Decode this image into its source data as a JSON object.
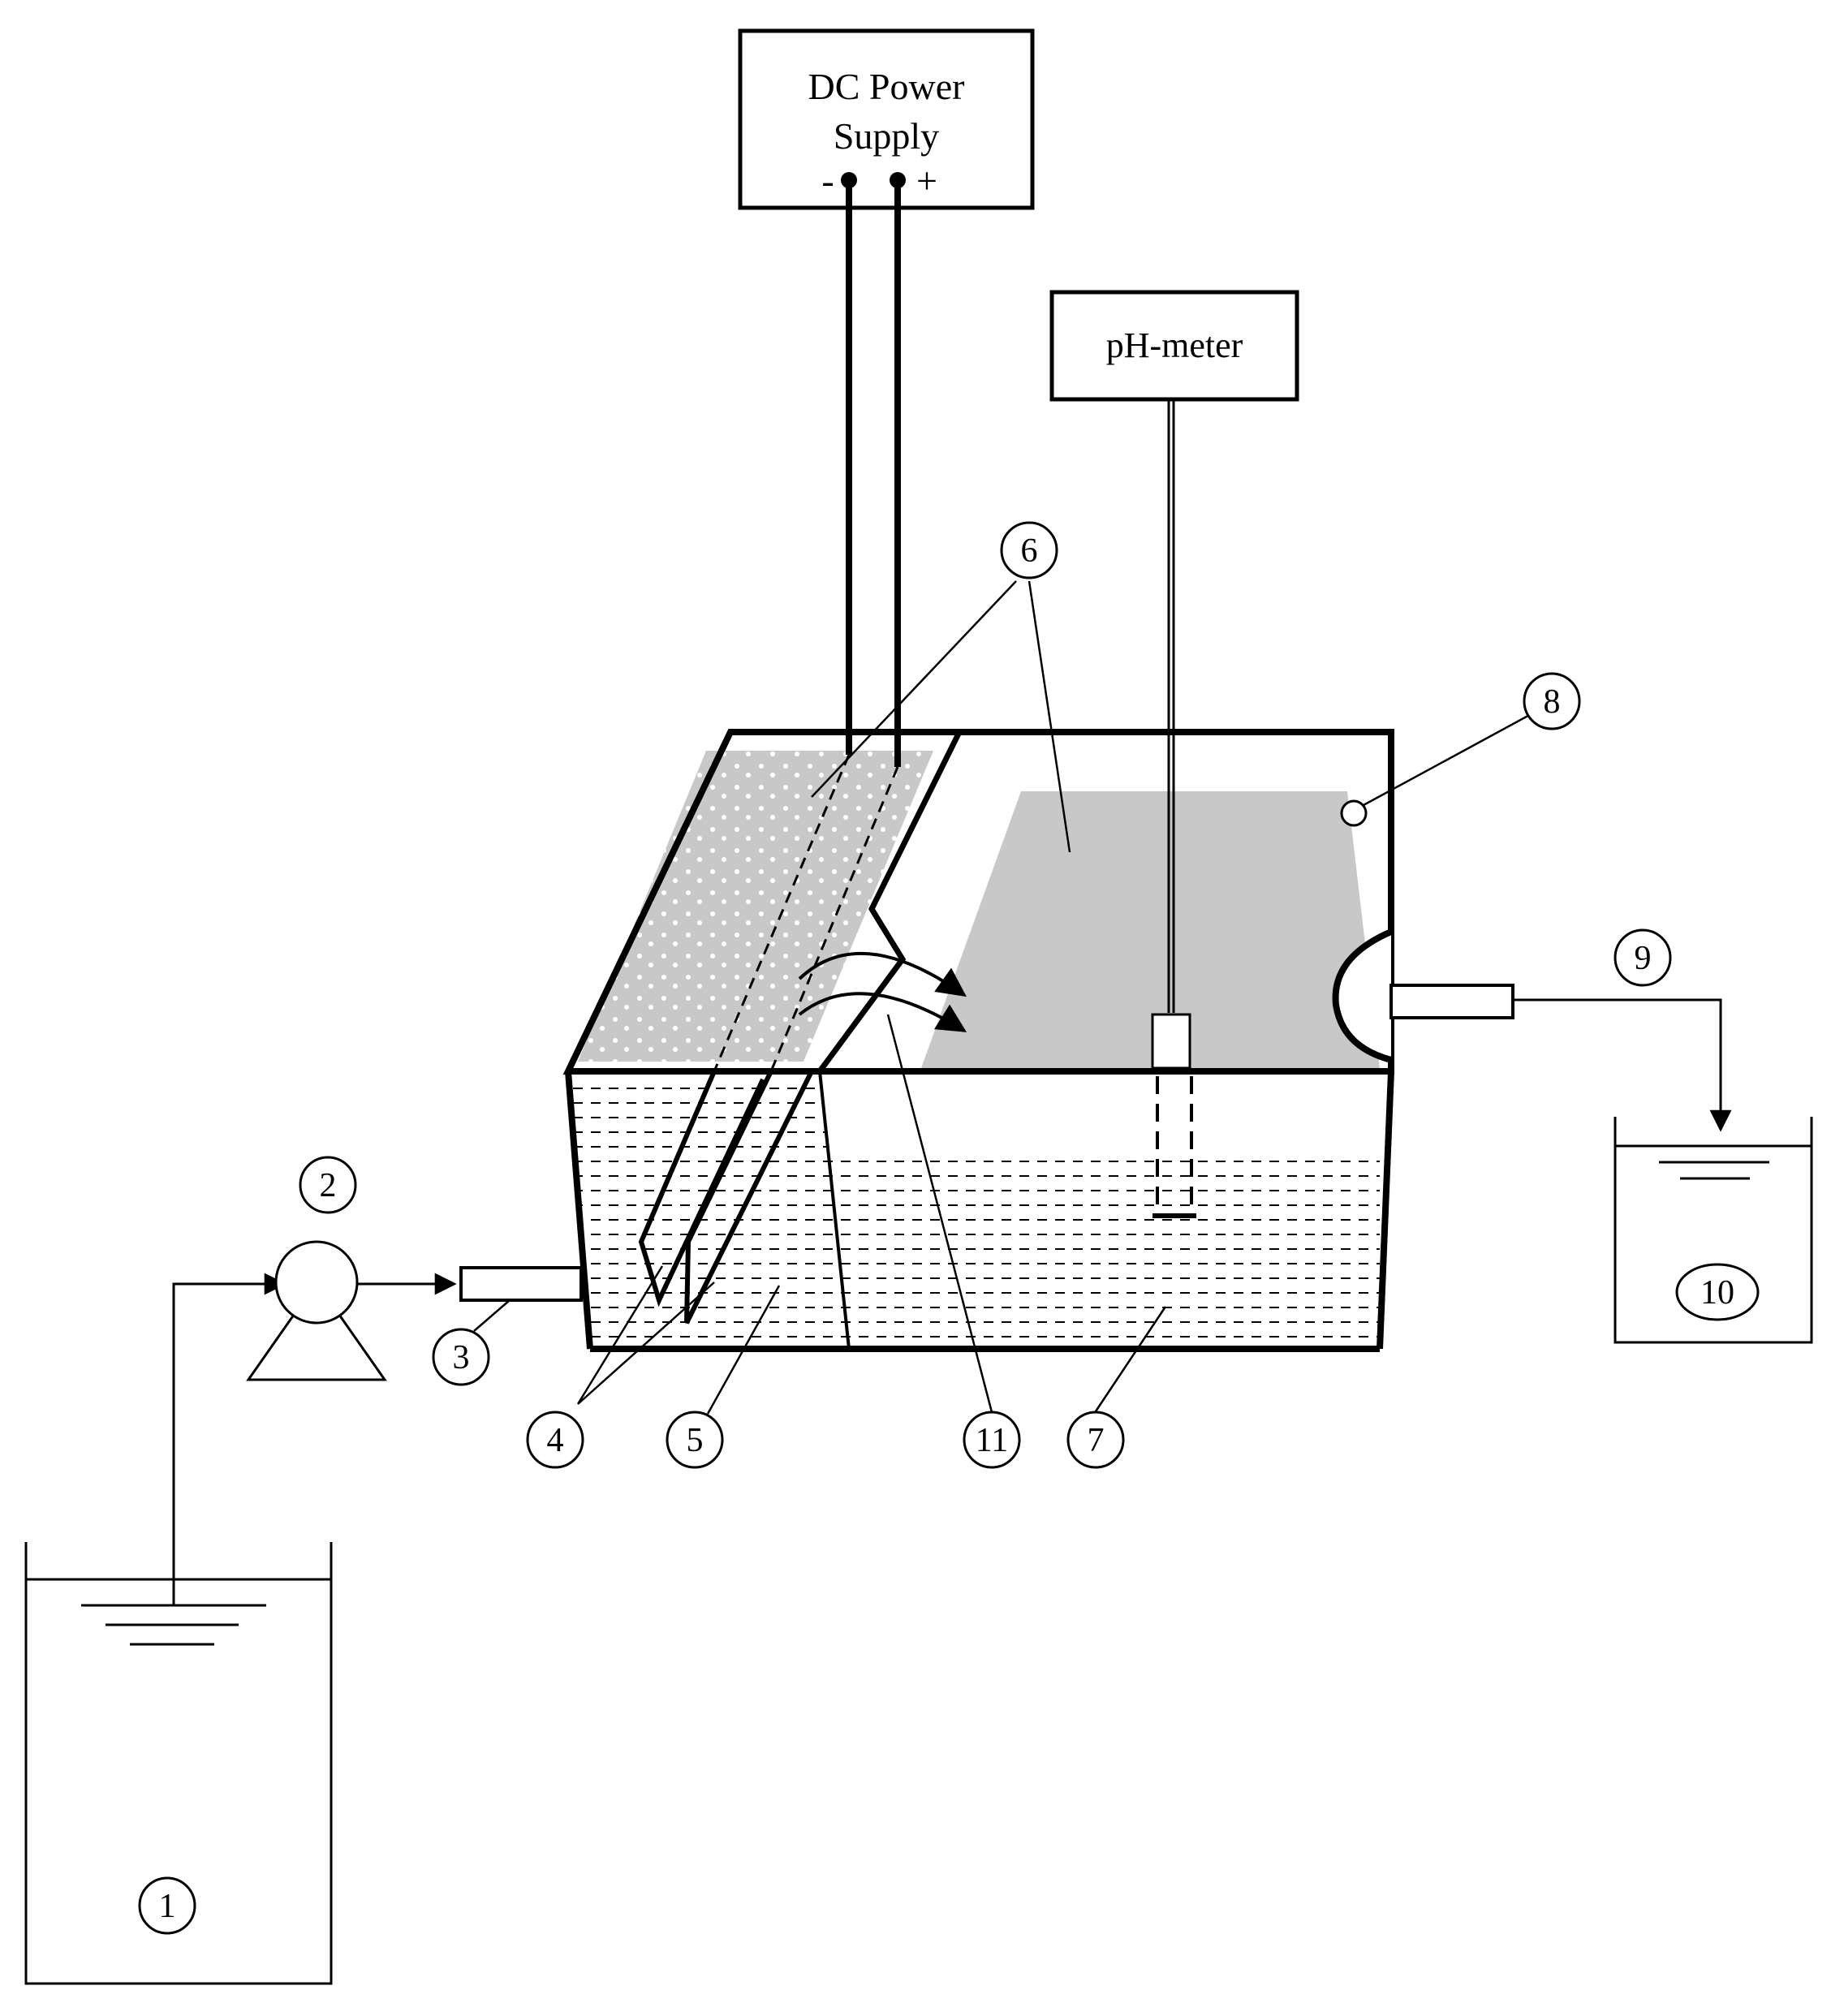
{
  "power_supply": {
    "line1": "DC Power",
    "line2": "Supply",
    "neg": "-",
    "pos": "+"
  },
  "ph_meter": {
    "label": "pH-meter"
  },
  "callouts": [
    {
      "id": "1",
      "text": "1"
    },
    {
      "id": "2",
      "text": "2"
    },
    {
      "id": "3",
      "text": "3"
    },
    {
      "id": "4",
      "text": "4"
    },
    {
      "id": "5",
      "text": "5"
    },
    {
      "id": "6",
      "text": "6"
    },
    {
      "id": "7",
      "text": "7"
    },
    {
      "id": "8",
      "text": "8"
    },
    {
      "id": "9",
      "text": "9"
    },
    {
      "id": "10",
      "text": "10"
    },
    {
      "id": "11",
      "text": "11"
    }
  ],
  "colors": {
    "line": "#000000",
    "shade": "#c8c8c8",
    "background": "#ffffff"
  }
}
